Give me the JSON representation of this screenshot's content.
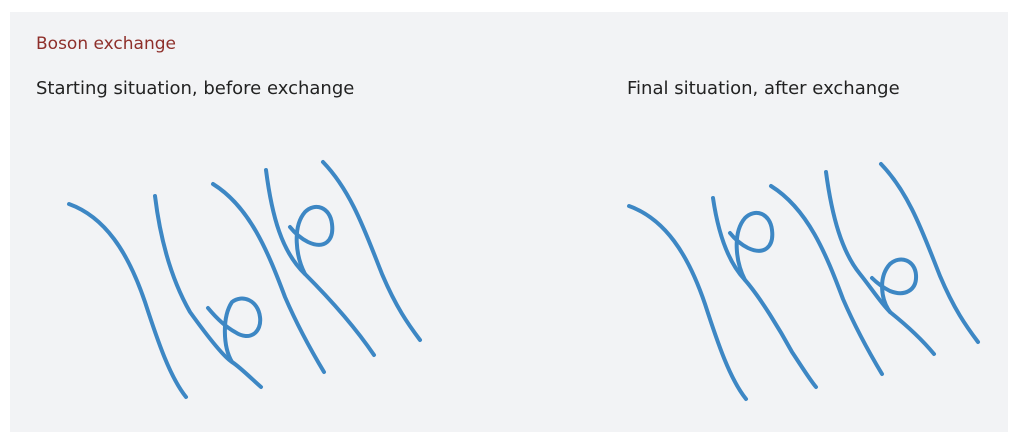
{
  "title": "Boson exchange",
  "panels": {
    "before": {
      "caption": "Starting situation, before exchange"
    },
    "after": {
      "caption": "Final situation, after exchange"
    }
  },
  "colors": {
    "title": "#8e2f2a",
    "stroke": "#3d87c4",
    "background": "#f2f3f5"
  }
}
